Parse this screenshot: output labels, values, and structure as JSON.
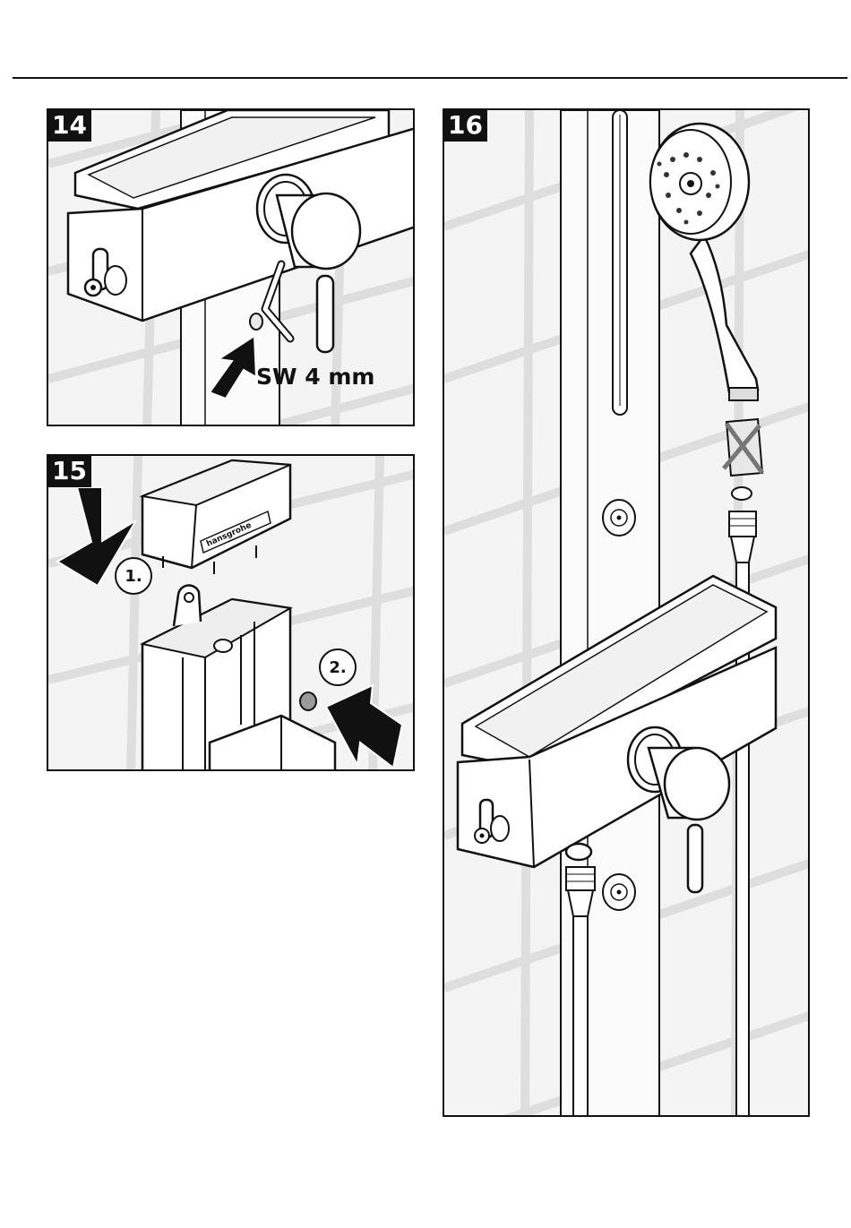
{
  "steps": {
    "step14": {
      "number": "14",
      "tool_label": "SW 4 mm"
    },
    "step15": {
      "number": "15",
      "callout_1": "1.",
      "callout_2": "2.",
      "brand_text": "hansgrohe"
    },
    "step16": {
      "number": "16"
    }
  }
}
